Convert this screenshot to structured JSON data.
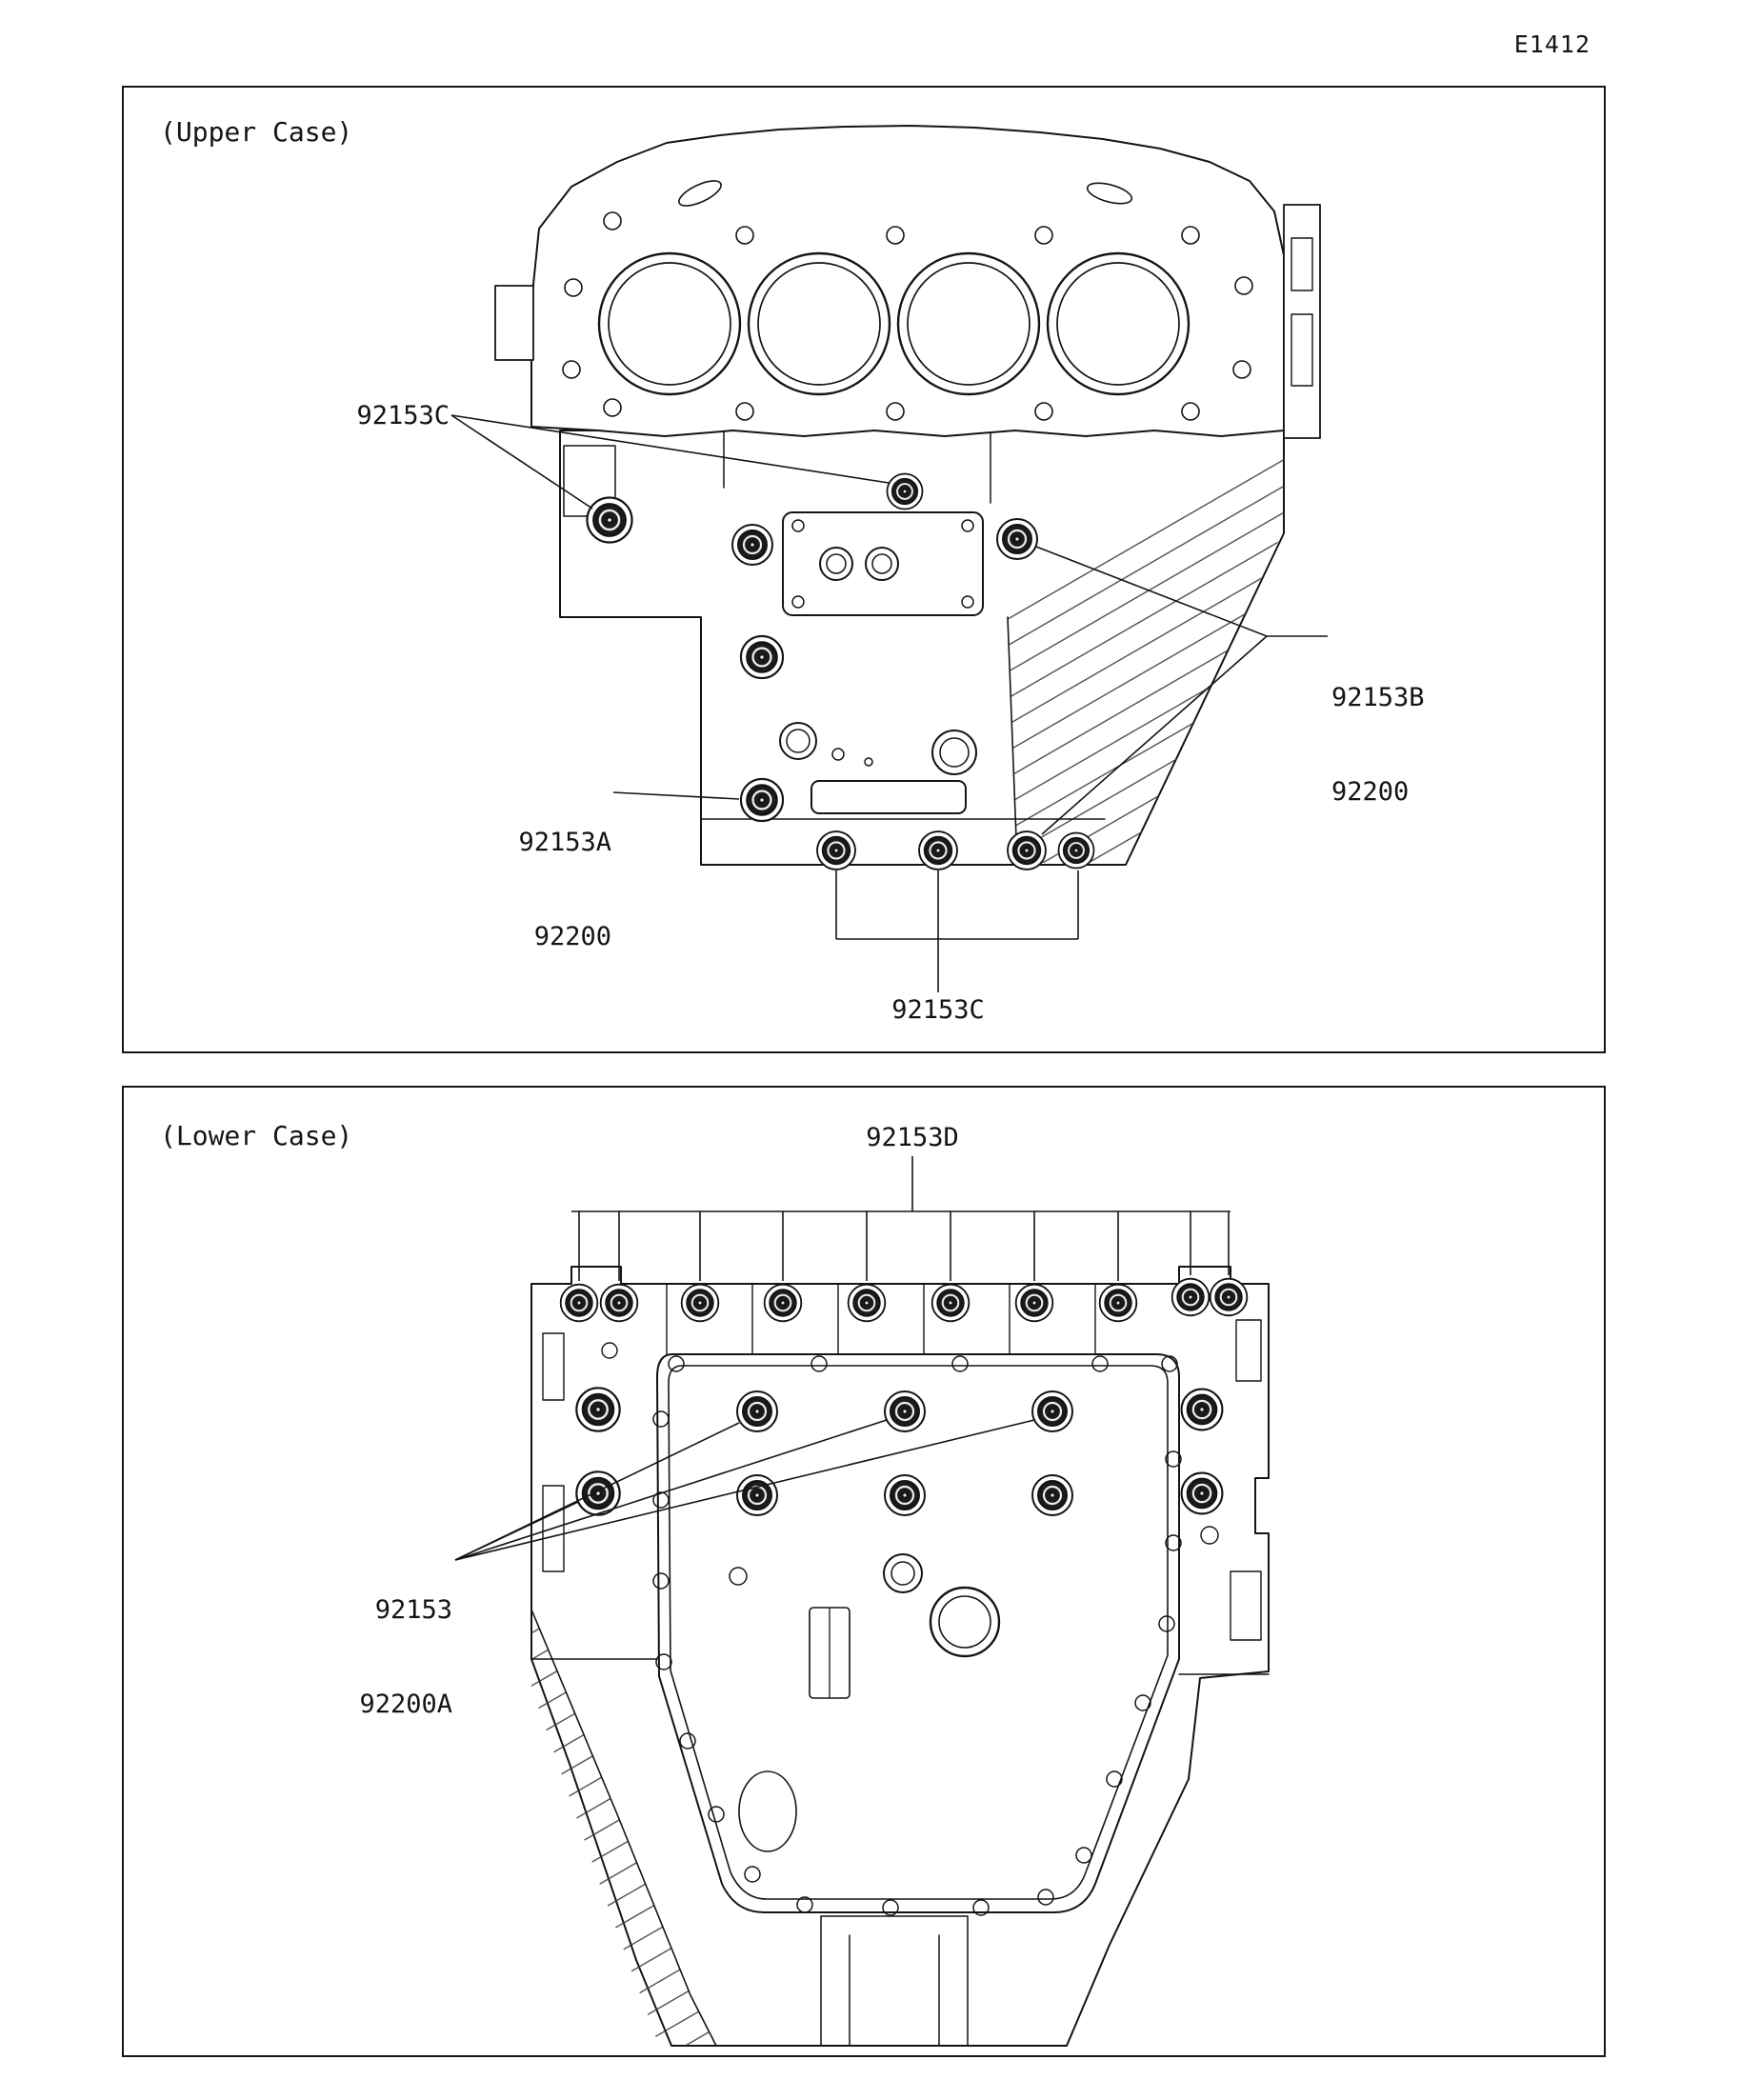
{
  "page": {
    "code": "E1412"
  },
  "panels": {
    "upper": {
      "title": "(Upper Case)",
      "callouts": {
        "left": "92153C",
        "right_top": "92153B",
        "right_bottom": "92200",
        "mid_top": "92153A",
        "mid_bottom": "92200",
        "bottom": "92153C"
      }
    },
    "lower": {
      "title": "(Lower Case)",
      "callouts": {
        "top": "92153D",
        "left_top": "92153",
        "left_bottom": "92200A"
      }
    }
  }
}
